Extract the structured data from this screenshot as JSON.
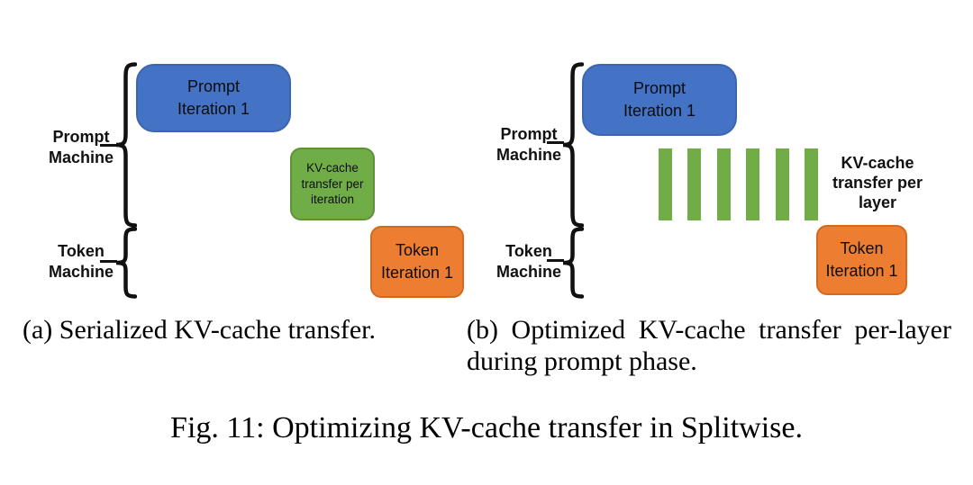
{
  "colors": {
    "prompt_blue": "#4472C4",
    "prompt_blue_border": "#3D65AD",
    "kv_green": "#70AD47",
    "kv_green_border": "#5F9139",
    "token_orange": "#ED7D31",
    "token_orange_border": "#D16A1F"
  },
  "panel_a": {
    "prompt_machine_label": "Prompt\nMachine",
    "token_machine_label": "Token\nMachine",
    "prompt_box_label": "Prompt\nIteration 1",
    "kv_box_label": "KV-cache\ntransfer per\niteration",
    "token_box_label": "Token\nIteration 1",
    "caption": "(a) Serialized KV-cache transfer."
  },
  "panel_b": {
    "prompt_machine_label": "Prompt\nMachine",
    "token_machine_label": "Token\nMachine",
    "prompt_box_label": "Prompt\nIteration 1",
    "kv_bars": {
      "count": 6
    },
    "kv_transfer_label": "KV-cache\ntransfer per\nlayer",
    "token_box_label": "Token\nIteration 1",
    "caption": "(b) Optimized KV-cache transfer per-layer during prompt phase."
  },
  "figure_caption": "Fig. 11: Optimizing KV-cache transfer in Splitwise."
}
